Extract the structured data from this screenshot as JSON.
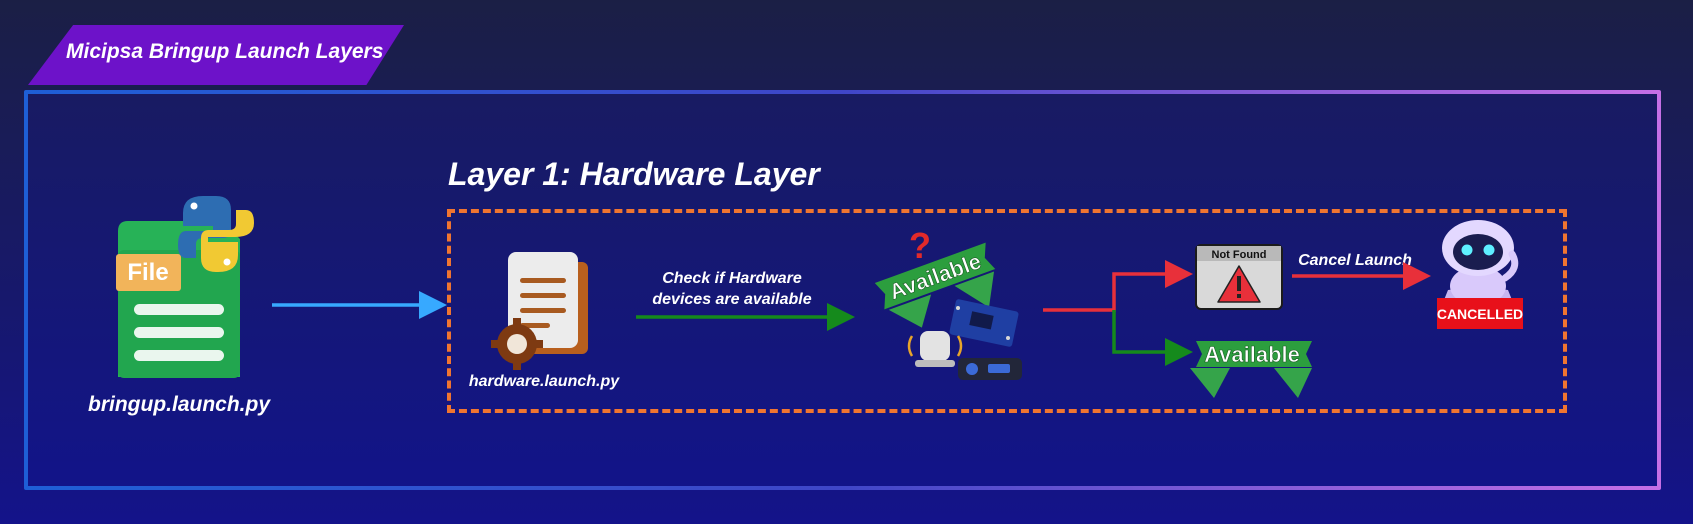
{
  "header": {
    "title": "Micipsa Bringup Launch Layers"
  },
  "layer": {
    "title": "Layer 1: Hardware Layer"
  },
  "nodes": {
    "bringup": {
      "file_badge": "File",
      "label": "bringup.launch.py"
    },
    "hardware": {
      "label": "hardware.launch.py"
    },
    "check": {
      "line1": "Check if Hardware",
      "line2": "devices are available"
    },
    "question_banner": "Available",
    "not_found": {
      "header": "Not Found"
    },
    "available_banner": "Available",
    "cancel": {
      "label": "Cancel Launch"
    },
    "cancelled": "CANCELLED"
  },
  "colors": {
    "frame_border_start": "#1e5fd6",
    "frame_border_end": "#c56fe6",
    "dashed_border": "#f07530",
    "arrow_blue": "#37a9ff",
    "arrow_green": "#158a1c",
    "arrow_red": "#e8303a",
    "title_tab": "#6d12c9"
  },
  "icons": [
    "python-logo-icon",
    "file-icon",
    "document-gear-icon",
    "question-mark-icon",
    "hardware-devices-icon",
    "warning-icon",
    "robot-icon"
  ]
}
